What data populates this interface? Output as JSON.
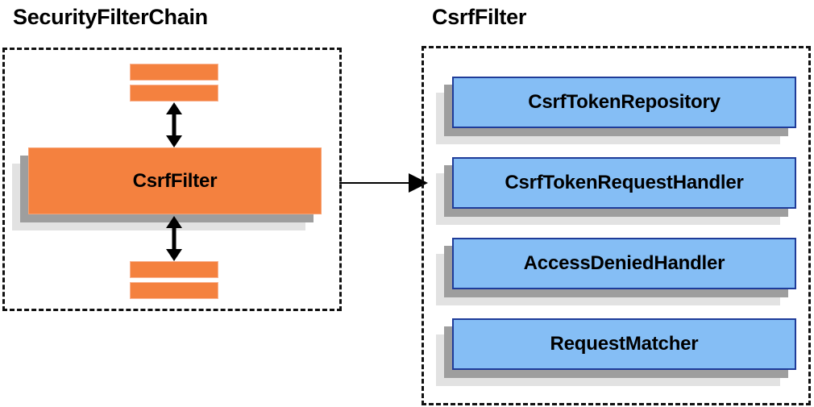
{
  "diagram": {
    "title_left": "SecurityFilterChain",
    "title_right": "CsrfFilter",
    "type": "component-relationship-diagram",
    "accent_colors": {
      "filter_orange": "#f4813f",
      "filter_orange_border": "#f7a273",
      "component_blue": "#85bef5",
      "component_blue_border": "#1f3c99",
      "shadow_near": "#9e9e9e",
      "shadow_far": "#e2e2e2",
      "outline_dashed": "#111111",
      "text": "#000000"
    }
  },
  "left_panel": {
    "name": "SecurityFilterChain",
    "highlighted_filter": "CsrfFilter",
    "filters_above_count": 2,
    "filters_below_count": 2,
    "connections": [
      {
        "from": "filters-above",
        "to": "CsrfFilter",
        "style": "double-headed-vertical"
      },
      {
        "from": "CsrfFilter",
        "to": "filters-below",
        "style": "double-headed-vertical"
      }
    ]
  },
  "link": {
    "from": "SecurityFilterChain.CsrfFilter",
    "to": "CsrfFilter",
    "style": "single-headed-horizontal"
  },
  "right_panel": {
    "name": "CsrfFilter",
    "collaborators": [
      {
        "label": "CsrfTokenRepository"
      },
      {
        "label": "CsrfTokenRequestHandler"
      },
      {
        "label": "AccessDeniedHandler"
      },
      {
        "label": "RequestMatcher"
      }
    ]
  }
}
